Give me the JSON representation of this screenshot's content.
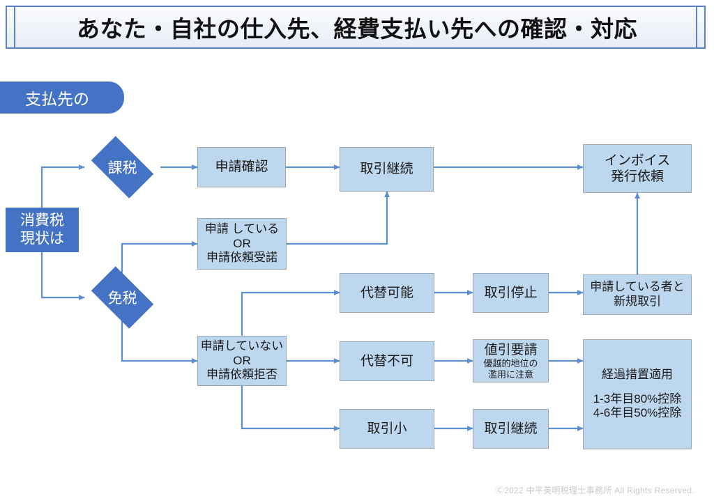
{
  "slide": {
    "title": "あなた・自社の仕入先、経費支払い先への確認・対応",
    "section_badge": "支払先の",
    "footer": "Ⓒ2022 中平英明税理士事務所 All Rights Reserved."
  },
  "colors": {
    "accent_dark_blue": "#4472c4",
    "box_light_blue": "#bdd7ee",
    "box_border_gray": "#9aa6b2",
    "connector_blue": "#5b8fd0",
    "title_border": "#5b82c9",
    "footer_text": "#c9c9c9"
  },
  "flowchart": {
    "type": "flowchart",
    "start": {
      "label_line1": "消費税",
      "label_line2": "現状は"
    },
    "decisions": [
      {
        "id": "taxable",
        "label": "課税"
      },
      {
        "id": "exempt",
        "label": "免税"
      }
    ],
    "nodes": [
      {
        "id": "apply-check",
        "label": "申請確認"
      },
      {
        "id": "continue-top",
        "label": "取引継続"
      },
      {
        "id": "invoice-request",
        "line1": "インボイス",
        "line2": "発行依頼"
      },
      {
        "id": "applied-or",
        "line1": "申請 している",
        "line2": "OR",
        "line3": "申請依頼受諾"
      },
      {
        "id": "not-applied-or",
        "line1": "申請していない",
        "line2": "OR",
        "line3": "申請依頼拒否"
      },
      {
        "id": "substitute-ok",
        "label": "代替可能"
      },
      {
        "id": "halt-trade",
        "label": "取引停止"
      },
      {
        "id": "new-trade",
        "line1": "申請している者と",
        "line2": "新規取引"
      },
      {
        "id": "substitute-no",
        "label": "代替不可"
      },
      {
        "id": "discount-request",
        "line1": "値引要請",
        "sub1": "優越的地位の",
        "sub2": "濫用に注意"
      },
      {
        "id": "small-trade",
        "label": "取引小"
      },
      {
        "id": "continue-bottom",
        "label": "取引継続"
      },
      {
        "id": "transition",
        "line1": "経過措置適用",
        "line2": "1-3年目80%控除",
        "line3": "4-6年目50%控除"
      }
    ],
    "edges": [
      {
        "from": "消費税現状は",
        "to": "課税"
      },
      {
        "from": "消費税現状は",
        "to": "免税"
      },
      {
        "from": "課税",
        "to": "申請確認"
      },
      {
        "from": "申請確認",
        "to": "取引継続"
      },
      {
        "from": "取引継続",
        "to": "インボイス発行依頼"
      },
      {
        "from": "免税",
        "to": "申請 している OR 申請依頼受諾"
      },
      {
        "from": "免税",
        "to": "申請していない OR 申請依頼拒否"
      },
      {
        "from": "申請 している OR 申請依頼受諾",
        "to": "取引継続"
      },
      {
        "from": "申請していない OR 申請依頼拒否",
        "to": "代替可能"
      },
      {
        "from": "申請していない OR 申請依頼拒否",
        "to": "代替不可"
      },
      {
        "from": "申請していない OR 申請依頼拒否",
        "to": "取引小"
      },
      {
        "from": "代替可能",
        "to": "取引停止"
      },
      {
        "from": "取引停止",
        "to": "申請している者と新規取引"
      },
      {
        "from": "申請している者と新規取引",
        "to": "インボイス発行依頼"
      },
      {
        "from": "代替不可",
        "to": "値引要請"
      },
      {
        "from": "値引要請",
        "to": "経過措置適用"
      },
      {
        "from": "取引小",
        "to": "取引継続"
      },
      {
        "from": "取引継続(下)",
        "to": "経過措置適用"
      }
    ]
  }
}
